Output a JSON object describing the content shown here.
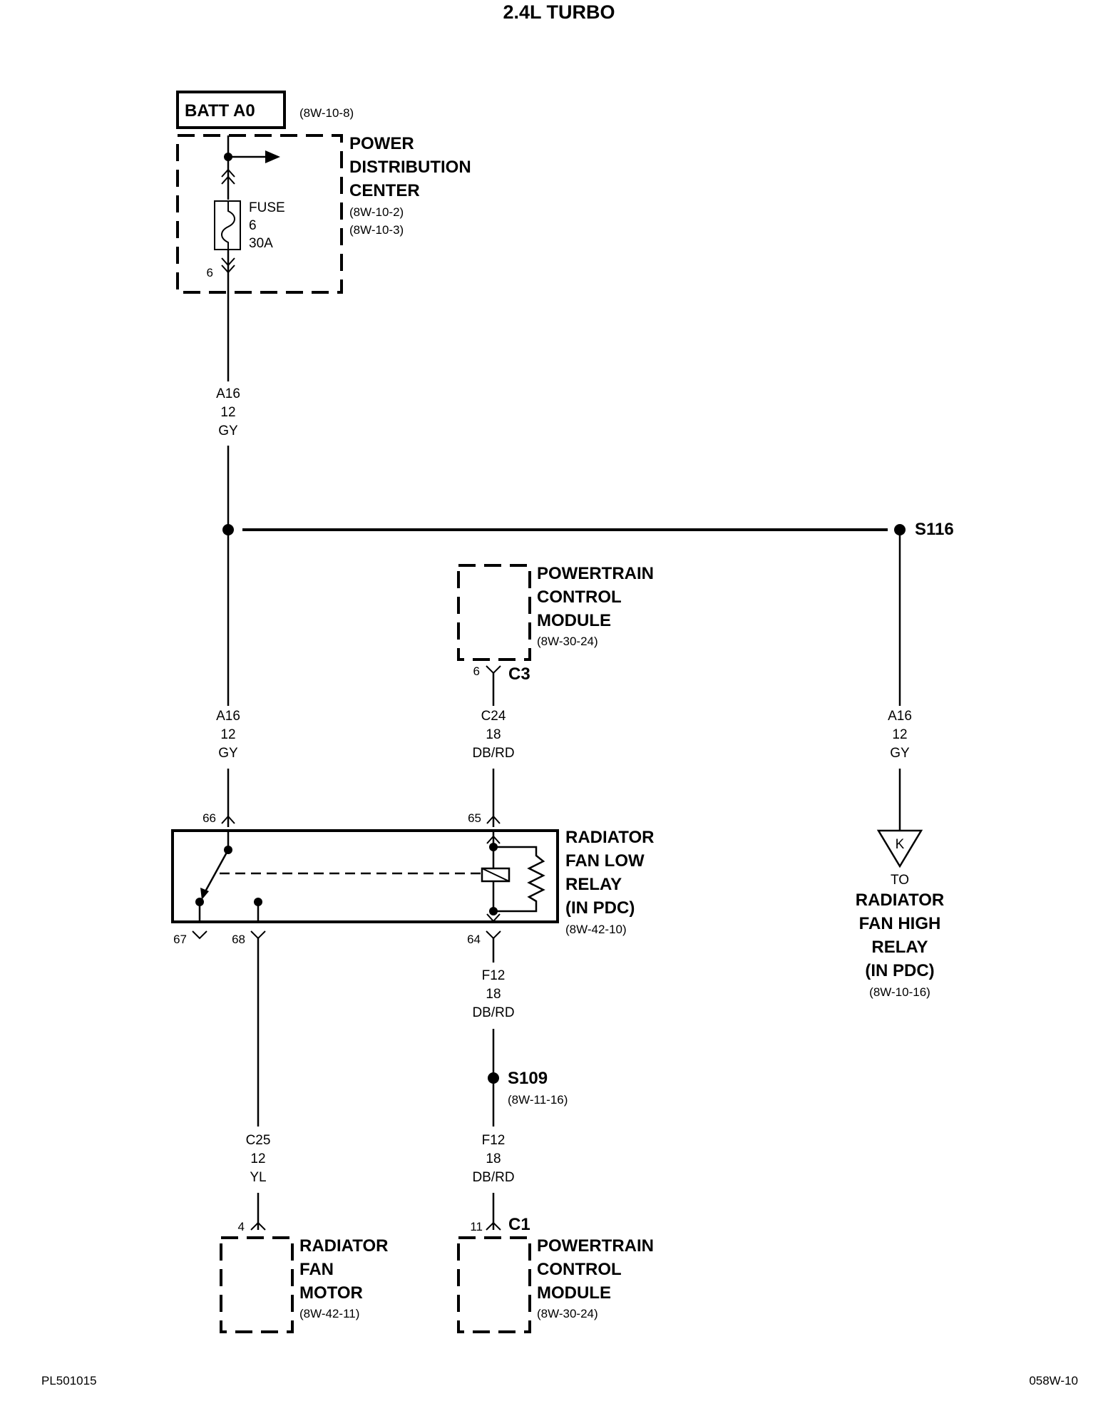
{
  "title": "2.4L TURBO",
  "batt": {
    "label": "BATT A0",
    "ref": "(8W-10-8)"
  },
  "pdc": {
    "line1": "POWER",
    "line2": "DISTRIBUTION",
    "line3": "CENTER",
    "ref1": "(8W-10-2)",
    "ref2": "(8W-10-3)",
    "fuse_l1": "FUSE",
    "fuse_l2": "6",
    "fuse_l3": "30A",
    "fuse_pin": "6"
  },
  "wires": {
    "w1": {
      "circuit": "A16",
      "gauge": "12",
      "color": "GY"
    },
    "w2": {
      "circuit": "A16",
      "gauge": "12",
      "color": "GY"
    },
    "w3": {
      "circuit": "C24",
      "gauge": "18",
      "color": "DB/RD"
    },
    "w4": {
      "circuit": "A16",
      "gauge": "12",
      "color": "GY"
    },
    "w5": {
      "circuit": "F12",
      "gauge": "18",
      "color": "DB/RD"
    },
    "w6": {
      "circuit": "C25",
      "gauge": "12",
      "color": "YL"
    },
    "w7": {
      "circuit": "F12",
      "gauge": "18",
      "color": "DB/RD"
    }
  },
  "s116": "S116",
  "pcm_top": {
    "line1": "POWERTRAIN",
    "line2": "CONTROL",
    "line3": "MODULE",
    "ref": "(8W-30-24)",
    "pin": "6",
    "conn": "C3"
  },
  "relay": {
    "line1": "RADIATOR",
    "line2": "FAN LOW",
    "line3": "RELAY",
    "line4": "(IN PDC)",
    "ref": "(8W-42-10)",
    "pin66": "66",
    "pin65": "65",
    "pin67": "67",
    "pin68": "68",
    "pin64": "64"
  },
  "to_k": {
    "letter": "K",
    "to": "TO",
    "line1": "RADIATOR",
    "line2": "FAN HIGH",
    "line3": "RELAY",
    "line4": "(IN PDC)",
    "ref": "(8W-10-16)"
  },
  "s109": {
    "label": "S109",
    "ref": "(8W-11-16)"
  },
  "fan_motor": {
    "line1": "RADIATOR",
    "line2": "FAN",
    "line3": "MOTOR",
    "ref": "(8W-42-11)",
    "pin": "4"
  },
  "pcm_bottom": {
    "line1": "POWERTRAIN",
    "line2": "CONTROL",
    "line3": "MODULE",
    "ref": "(8W-30-24)",
    "pin": "11",
    "conn": "C1"
  },
  "footer": {
    "left": "PL501015",
    "right": "058W-10"
  }
}
